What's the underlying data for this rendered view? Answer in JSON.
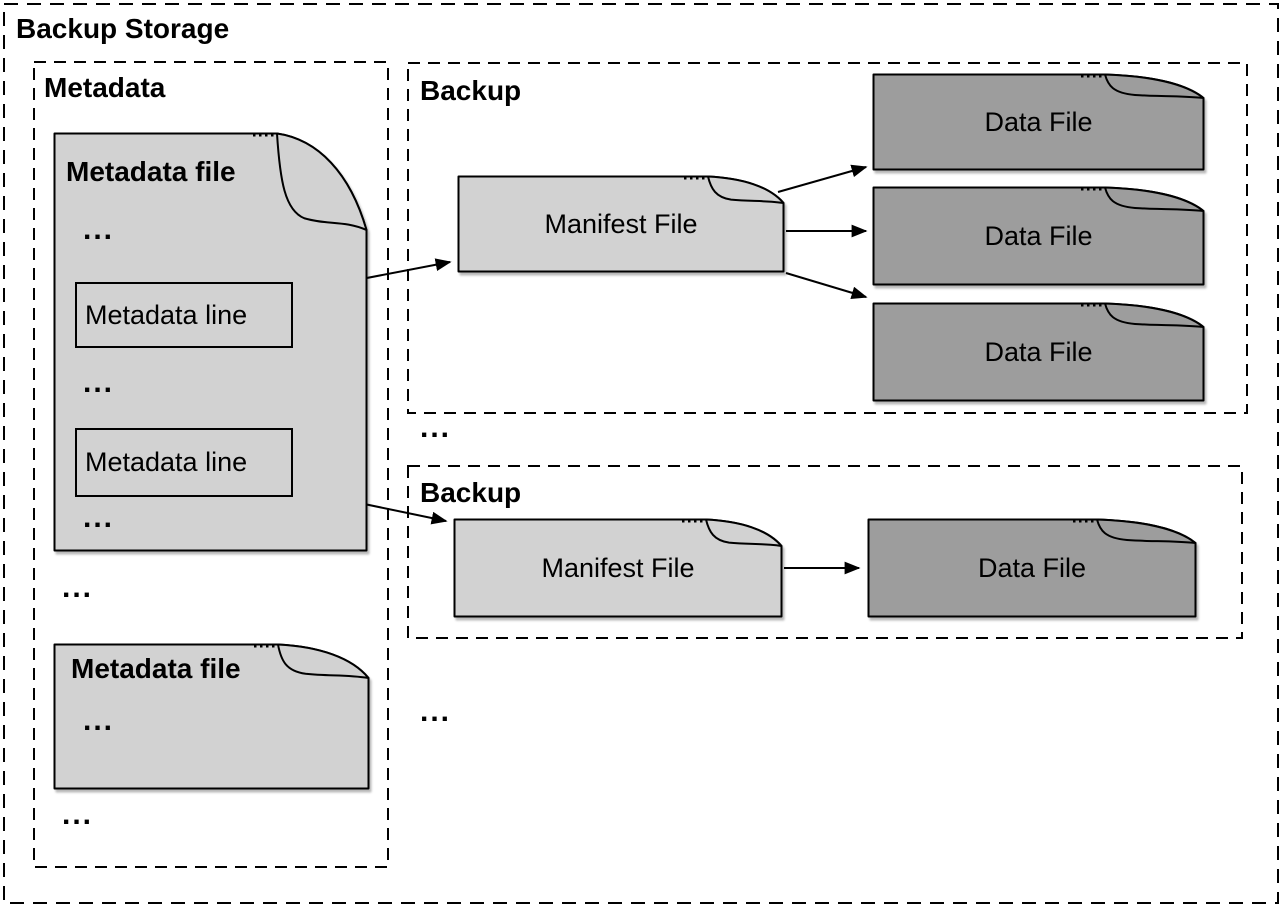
{
  "diagram": {
    "title": "Backup Storage",
    "groups": {
      "metadata": {
        "label": "Metadata"
      },
      "backup_top": {
        "label": "Backup"
      },
      "backup_bottom": {
        "label": "Backup"
      }
    },
    "shapes": {
      "metadata_file_title": "Metadata file",
      "metadata_line_label": "Metadata line",
      "manifest_file_label": "Manifest File",
      "data_file_label": "Data File",
      "ellipsis": "..."
    },
    "colors": {
      "light_file_fill": "#d2d2d2",
      "dark_file_fill": "#9d9d9d",
      "line": "#000000",
      "text": "#000000",
      "background": "#ffffff"
    }
  }
}
